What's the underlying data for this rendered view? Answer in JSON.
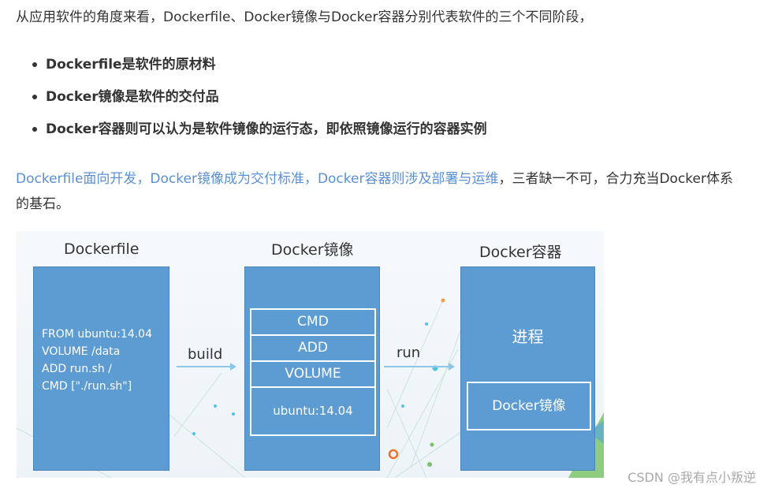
{
  "article": {
    "intro": "从应用软件的角度来看，Dockerfile、Docker镜像与Docker容器分别代表软件的三个不同阶段，",
    "points": [
      "Dockerfile是软件的原材料",
      "Docker镜像是软件的交付品",
      "Docker容器则可以认为是软件镜像的运行态，即依照镜像运行的容器实例"
    ],
    "summary_highlight": "Dockerfile面向开发，Docker镜像成为交付标准，Docker容器则涉及部署与运维",
    "summary_rest": "，三者缺一不可，合力充当Docker体系的基石。"
  },
  "diagram": {
    "dockerfile": {
      "title": "Dockerfile",
      "lines": [
        "FROM ubuntu:14.04",
        "VOLUME /data",
        "ADD run.sh /",
        "CMD [\"./run.sh\"]"
      ]
    },
    "build_label": "build",
    "image": {
      "title": "Docker镜像",
      "layers": [
        "CMD",
        "ADD",
        "VOLUME",
        "ubuntu:14.04"
      ]
    },
    "run_label": "run",
    "container": {
      "title": "Docker容器",
      "process": "进程",
      "inner_image": "Docker镜像"
    },
    "colors": {
      "box": "#5d9bd3",
      "link": "#5a8fd4",
      "arrow": "#8cc6e8"
    }
  },
  "watermark": "CSDN @我有点小叛逆"
}
